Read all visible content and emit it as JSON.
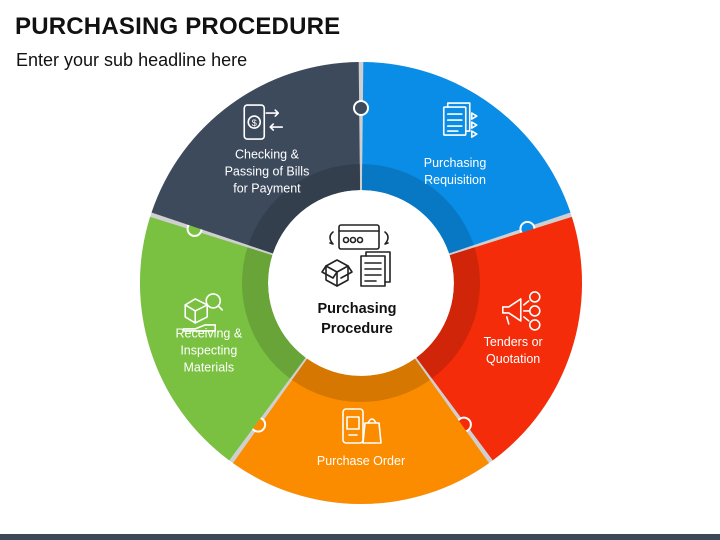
{
  "header": {
    "title": "PURCHASING PROCEDURE",
    "subtitle": "Enter your sub headline here"
  },
  "center": {
    "line1": "Purchasing",
    "line2": "Procedure",
    "icon": "payment-boxes-documents-icon"
  },
  "segments": [
    {
      "lines": [
        "Purchasing",
        "Requisition"
      ],
      "color": "#0a8de6",
      "icon": "document-list-icon"
    },
    {
      "lines": [
        "Tenders or",
        "Quotation"
      ],
      "color": "#f52c0a",
      "icon": "megaphone-dollar-icon"
    },
    {
      "lines": [
        "Purchase Order"
      ],
      "color": "#fb8c00",
      "icon": "shopping-order-icon"
    },
    {
      "lines": [
        "Receiving &",
        "Inspecting",
        "Materials"
      ],
      "color": "#7ac142",
      "icon": "box-inspection-icon"
    },
    {
      "lines": [
        "Checking &",
        "Passing of Bills",
        "for Payment"
      ],
      "color": "#3d4a5c",
      "icon": "mobile-payment-icon"
    }
  ],
  "colors": {
    "footer": "#3c4757"
  }
}
